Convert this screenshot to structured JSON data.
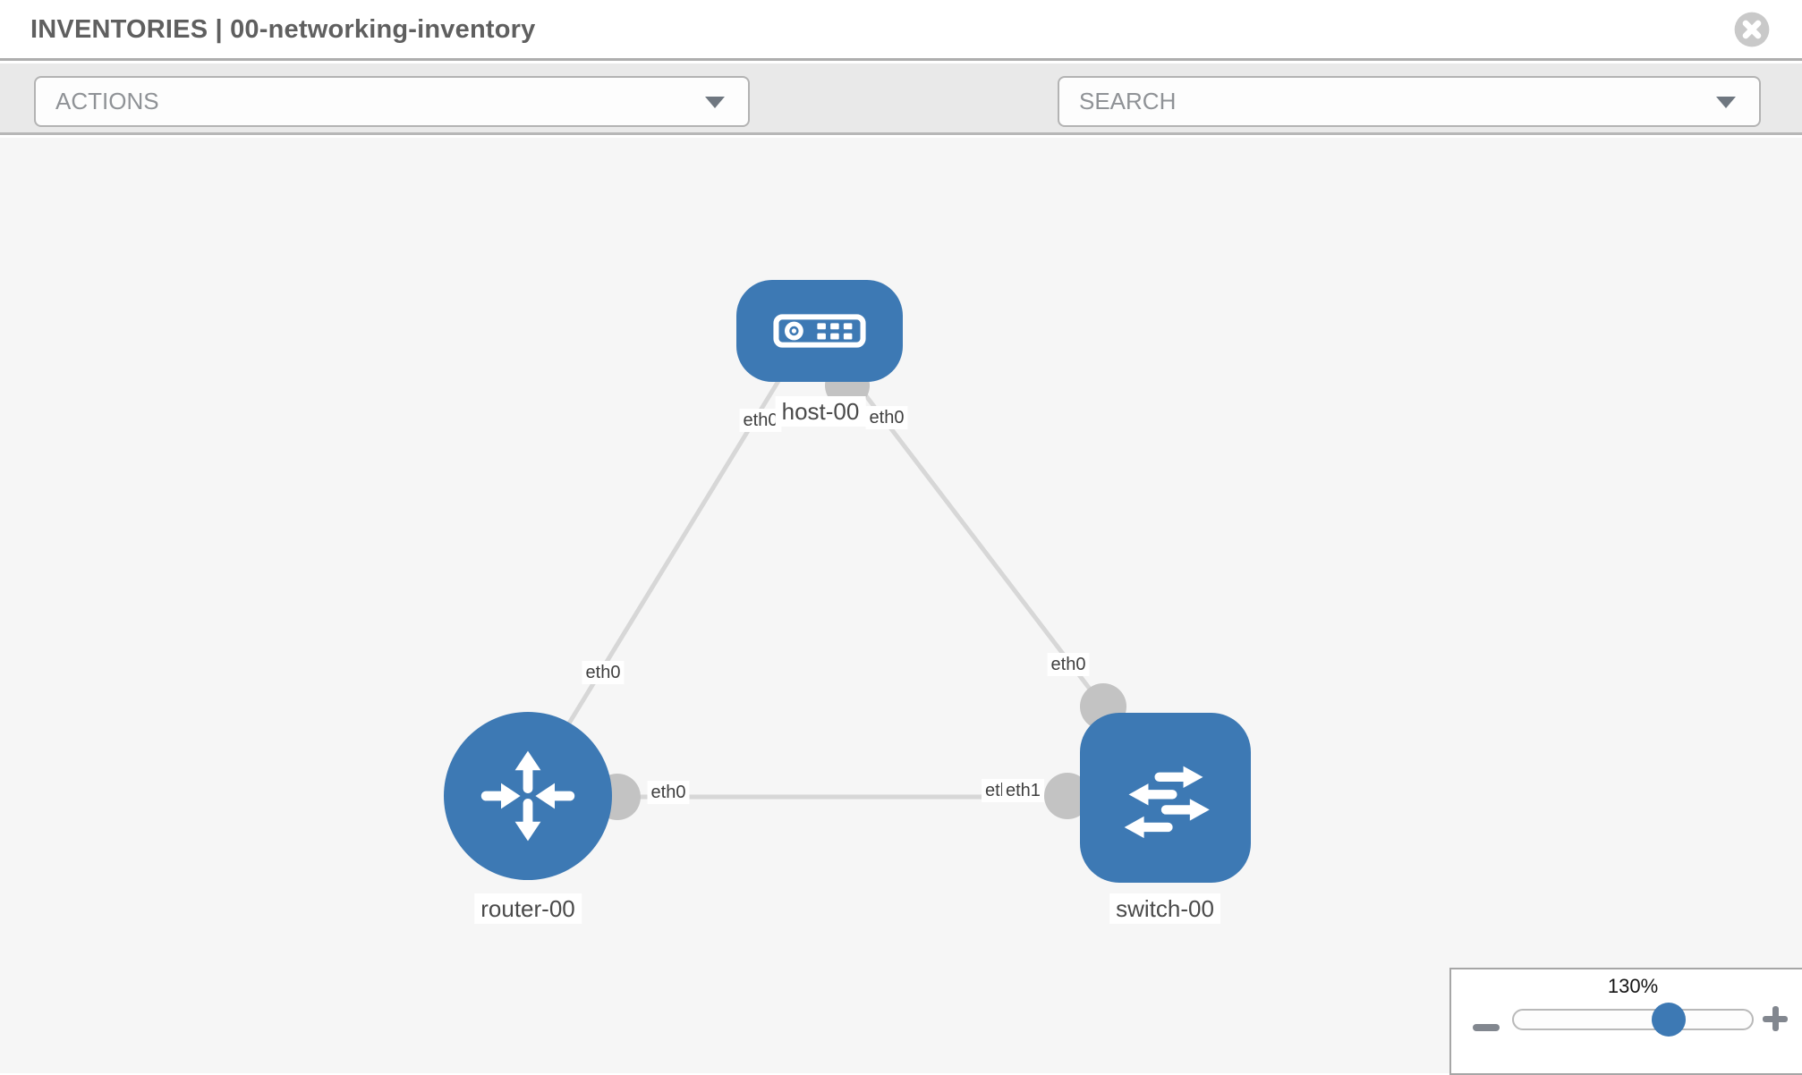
{
  "header": {
    "title": "INVENTORIES | 00-networking-inventory",
    "close_icon": "times-circle-icon"
  },
  "toolbar": {
    "actions_label": "ACTIONS",
    "search_placeholder": "SEARCH",
    "icons": [
      "wrench-icon",
      "key-icon"
    ]
  },
  "topology": {
    "nodes": [
      {
        "id": "host-00",
        "type": "host",
        "label": "host-00"
      },
      {
        "id": "router-00",
        "type": "router",
        "label": "router-00"
      },
      {
        "id": "switch-00",
        "type": "switch",
        "label": "switch-00"
      }
    ],
    "links": [
      {
        "from": "host-00",
        "to": "router-00",
        "from_interface": "eth0",
        "to_interface": "eth0"
      },
      {
        "from": "host-00",
        "to": "switch-00",
        "from_interface": "eth0",
        "to_interface": "eth0"
      },
      {
        "from": "router-00",
        "to": "switch-00",
        "from_interface": "eth0",
        "to_interface": "eth1"
      }
    ],
    "overlapped_label": "eth0"
  },
  "zoom_control": {
    "level": "130%"
  },
  "colors": {
    "node_blue": "#3d79b4",
    "link_gray": "#d7d7d7",
    "connector_gray": "#c3c3c3",
    "toolbar_gray": "#e9e9e9"
  }
}
